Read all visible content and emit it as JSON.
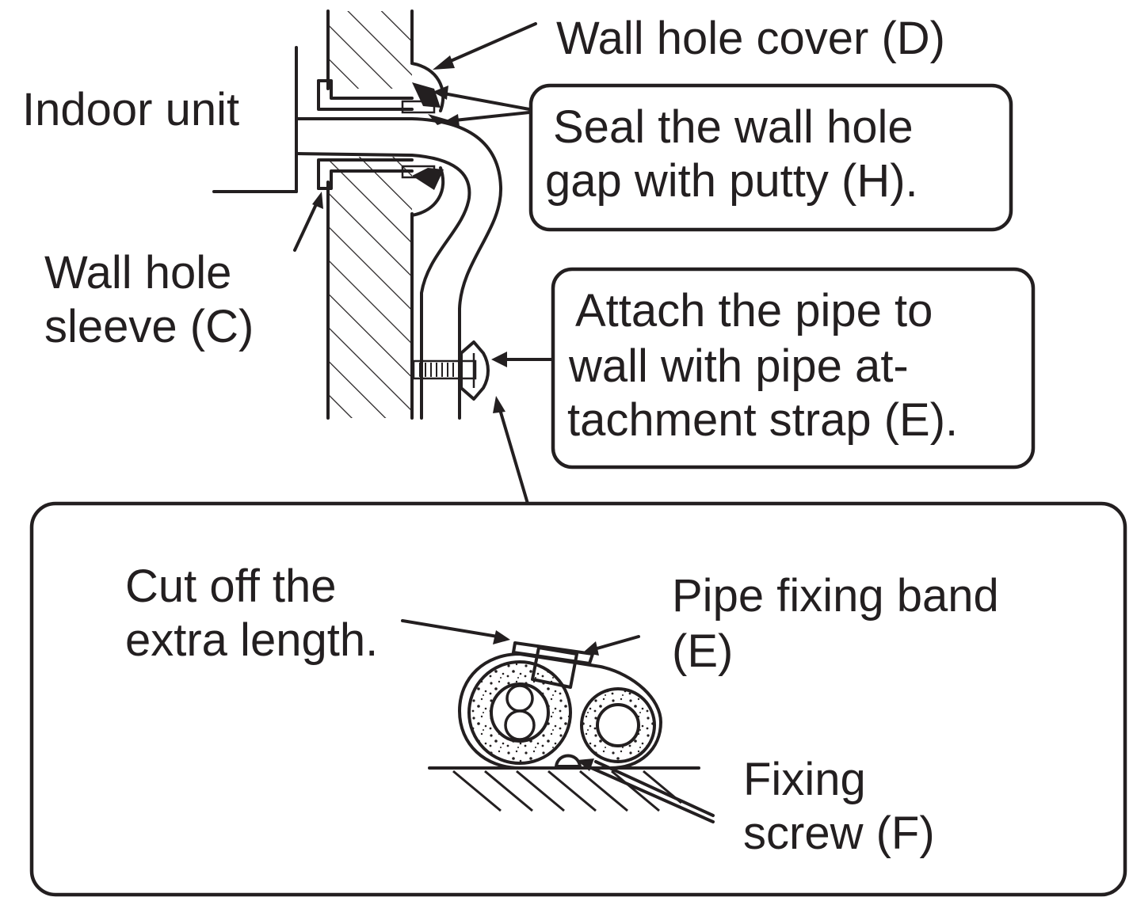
{
  "labels": {
    "wall_hole_cover": "Wall hole cover (D)",
    "indoor_unit": "Indoor unit",
    "seal_line1": "Seal the wall hole",
    "seal_line2": "gap with putty (H).",
    "sleeve_line1": "Wall hole",
    "sleeve_line2": "sleeve (C)",
    "attach_line1": "Attach the pipe to",
    "attach_line2": "wall with pipe at-",
    "attach_line3": "tachment strap (E).",
    "cut_line1": "Cut off the",
    "cut_line2": "extra length.",
    "band_line1": "Pipe fixing band",
    "band_line2": "(E)",
    "screw_line1": "Fixing",
    "screw_line2": "screw (F)"
  },
  "icons": [
    "wall-hatch-icon",
    "pipe-icon",
    "strap-icon",
    "insulated-pipe-icon",
    "fixing-screw-icon"
  ],
  "colors": {
    "ink": "#231f20",
    "background": "#ffffff"
  }
}
